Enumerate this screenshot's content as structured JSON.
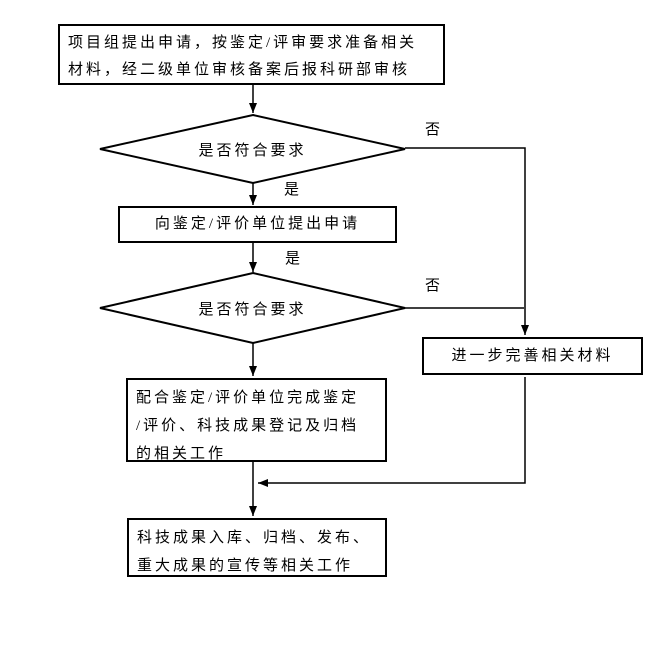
{
  "flowchart": {
    "colors": {
      "stroke": "#000000",
      "fill": "#ffffff",
      "text": "#000000",
      "background": "#ffffff"
    },
    "nodes": {
      "start": {
        "shape": "rect",
        "text": "项目组提出申请，按鉴定/评审要求准备相关材料，经二级单位审核备案后报科研部审核",
        "lines": [
          "项目组提出申请，按鉴定/评审要求准备相关",
          "材料，经二级单位审核备案后报科研部审核"
        ]
      },
      "decision1": {
        "shape": "diamond",
        "text": "是否符合要求"
      },
      "apply": {
        "shape": "rect",
        "text": "向鉴定/评价单位提出申请"
      },
      "decision2": {
        "shape": "diamond",
        "text": "是否符合要求"
      },
      "improve": {
        "shape": "rect",
        "text": "进一步完善相关材料"
      },
      "cooperate": {
        "shape": "rect",
        "text": "配合鉴定/评价单位完成鉴定/评价、科技成果登记及归档的相关工作",
        "lines": [
          "配合鉴定/评价单位完成鉴定",
          "/评价、科技成果登记及归档",
          "的相关工作"
        ]
      },
      "archive": {
        "shape": "rect",
        "text": "科技成果入库、归档、发布、重大成果的宣传等相关工作",
        "lines": [
          "科技成果入库、归档、发布、",
          "重大成果的宣传等相关工作"
        ]
      }
    },
    "labels": {
      "yes1": "是",
      "no1": "否",
      "yes2": "是",
      "no2": "否"
    },
    "edges": [
      {
        "from": "start",
        "to": "decision1",
        "label": ""
      },
      {
        "from": "decision1",
        "to": "apply",
        "label": "是"
      },
      {
        "from": "decision1",
        "to": "improve",
        "label": "否"
      },
      {
        "from": "apply",
        "to": "decision2",
        "label": "是"
      },
      {
        "from": "decision2",
        "to": "cooperate",
        "label": ""
      },
      {
        "from": "decision2",
        "to": "improve",
        "label": "否"
      },
      {
        "from": "improve",
        "to": "cooperate-archive-connector",
        "label": ""
      },
      {
        "from": "cooperate",
        "to": "archive",
        "label": ""
      }
    ]
  }
}
